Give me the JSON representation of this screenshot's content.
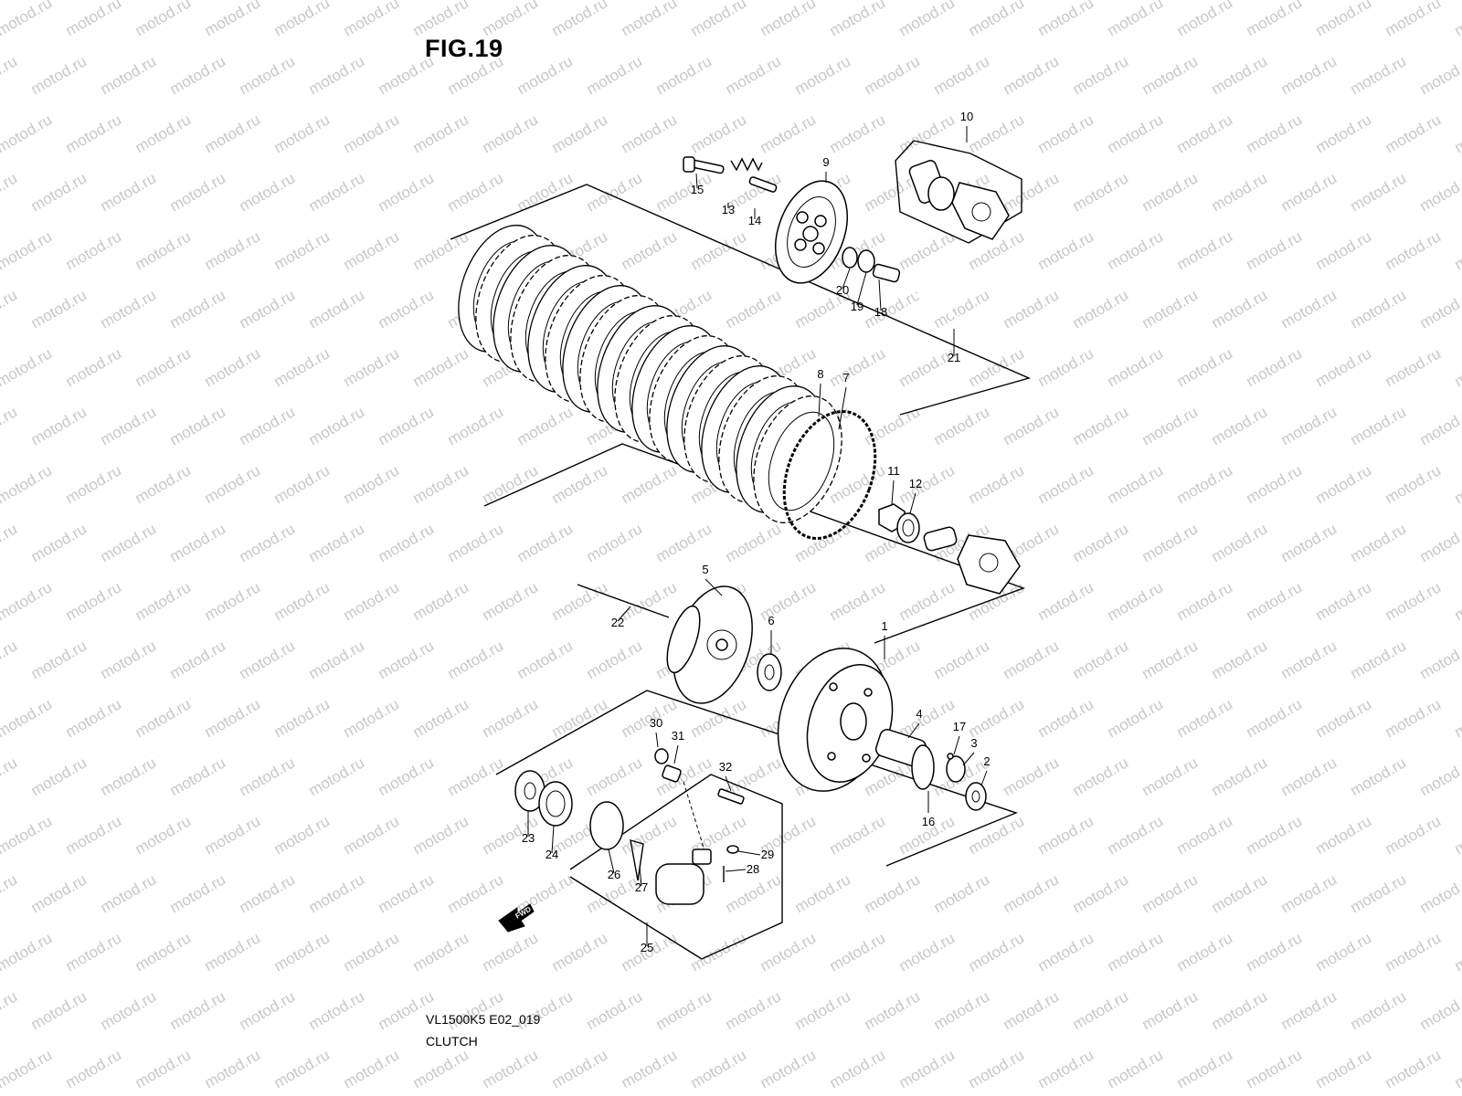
{
  "figure": {
    "title": "FIG.19",
    "reference_code": "VL1500K5 E02_019",
    "caption": "CLUTCH"
  },
  "watermark": {
    "text": "motod.ru",
    "color": "#c8c8c8"
  },
  "fwd_arrow": {
    "label": "FWD"
  },
  "callouts": [
    "1",
    "2",
    "3",
    "4",
    "5",
    "6",
    "7",
    "8",
    "9",
    "10",
    "11",
    "12",
    "13",
    "14",
    "15",
    "16",
    "17",
    "18",
    "19",
    "20",
    "21",
    "22",
    "23",
    "24",
    "25",
    "26",
    "27",
    "28",
    "29",
    "30",
    "31",
    "32"
  ]
}
